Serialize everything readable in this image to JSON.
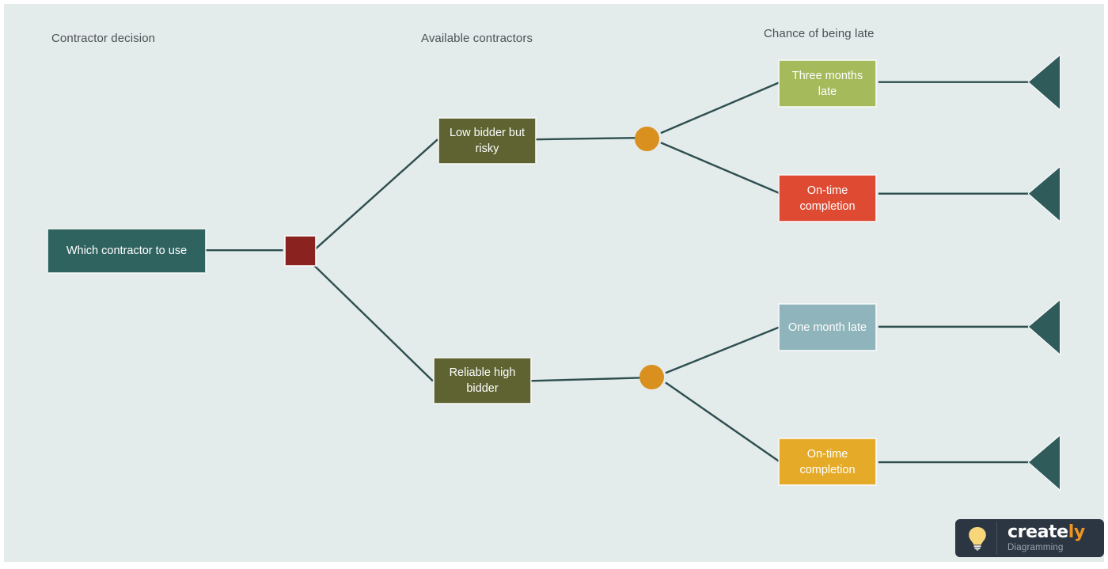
{
  "canvas": {
    "background": "#e4ebeb",
    "page_background": "#ffffff",
    "edge_color": "#2e4f4f",
    "label_color": "#4b5255"
  },
  "column_labels": [
    {
      "id": "contractor-decision",
      "text": "Contractor decision"
    },
    {
      "id": "available-contractors",
      "text": "Available contractors"
    },
    {
      "id": "chance-of-being-late",
      "text": "Chance of being late"
    }
  ],
  "nodes": {
    "root": {
      "label": "Which contractor to use",
      "color": "#2f6360",
      "shape": "rect"
    },
    "decision_square": {
      "label": "",
      "color": "#8a2320",
      "shape": "square"
    },
    "low_bidder": {
      "label": "Low bidder but risky",
      "color": "#5e6331",
      "shape": "rect"
    },
    "reliable_bidder": {
      "label": "Reliable high bidder",
      "color": "#5e6331",
      "shape": "rect"
    },
    "chance_top": {
      "label": "",
      "color": "#d9901f",
      "shape": "circle"
    },
    "chance_bottom": {
      "label": "",
      "color": "#d9901f",
      "shape": "circle"
    },
    "three_months_late": {
      "label": "Three months late",
      "color": "#a5ba5b",
      "shape": "rect"
    },
    "ontime_top": {
      "label": "On-time completion",
      "color": "#de4b32",
      "shape": "rect"
    },
    "one_month_late": {
      "label": "One month late",
      "color": "#8fb4bb",
      "shape": "rect"
    },
    "ontime_bottom": {
      "label": "On-time completion",
      "color": "#e5ab28",
      "shape": "rect"
    }
  },
  "endpoints": [
    {
      "id": "endpoint-three-months-late",
      "shape": "triangle",
      "color": "#2f5b5b"
    },
    {
      "id": "endpoint-ontime-top",
      "shape": "triangle",
      "color": "#2f5b5b"
    },
    {
      "id": "endpoint-one-month-late",
      "shape": "triangle",
      "color": "#2f5b5b"
    },
    {
      "id": "endpoint-ontime-bottom",
      "shape": "triangle",
      "color": "#2f5b5b"
    }
  ],
  "watermark": {
    "brand_main": "create",
    "brand_accent": "ly",
    "tagline": "Diagramming",
    "icon": "lightbulb-icon",
    "background": "#2c3642",
    "accent_color": "#f0941f"
  }
}
